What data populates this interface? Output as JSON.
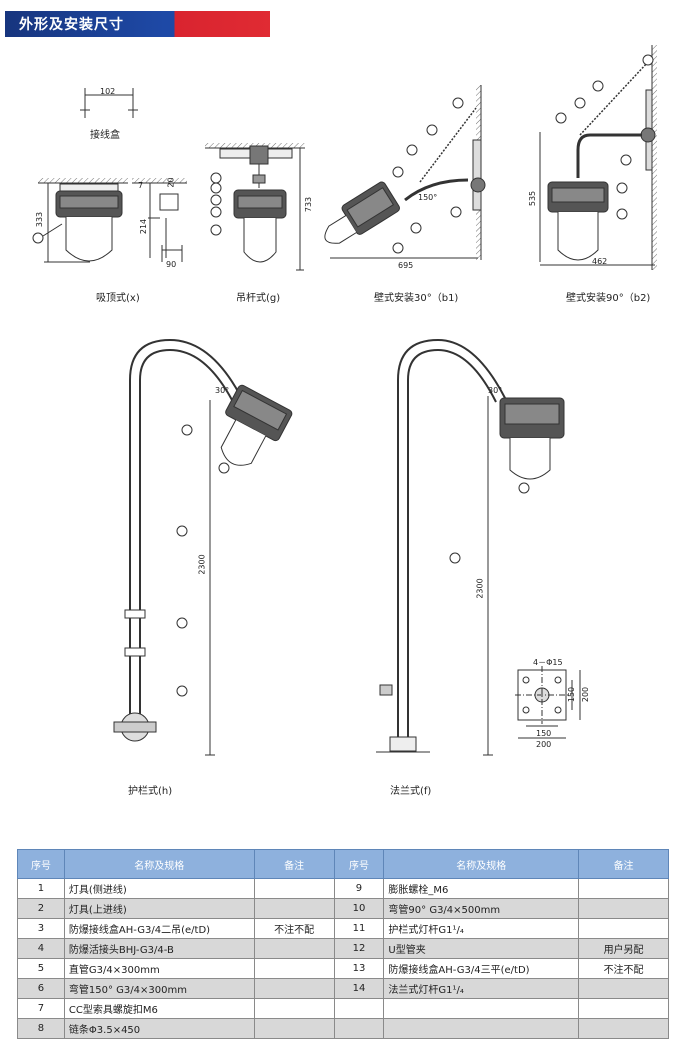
{
  "section_title": "外形及安装尺寸",
  "captions": {
    "junction_box": "接线盒",
    "ceiling": "吸顶式(x)",
    "pendant": "吊杆式(g)",
    "wall30": "壁式安装30°（b1)",
    "wall90": "壁式安装90°（b2)",
    "rail": "护栏式(h)",
    "flange": "法兰式(f)"
  },
  "dimensions": {
    "d102": "102",
    "d333": "333",
    "d7": "7",
    "d20": "20",
    "d214": "214",
    "d90": "90",
    "d733": "733",
    "d695": "695",
    "d150deg": "150°",
    "d535": "535",
    "d462": "462",
    "d30a": "30°",
    "d30b": "30°",
    "d2300a": "2300",
    "d2300b": "2300",
    "d4phi15": "4－Φ15",
    "d150": "150",
    "d200v": "200",
    "d150h": "150",
    "d200h": "200"
  },
  "table": {
    "headers": [
      "序号",
      "名称及规格",
      "备注",
      "序号",
      "名称及规格",
      "备注"
    ],
    "rows": [
      [
        "1",
        "灯具(侧进线)",
        "",
        "9",
        "膨胀螺栓_M6",
        ""
      ],
      [
        "2",
        "灯具(上进线)",
        "",
        "10",
        "弯管90°  G3/4×500mm",
        ""
      ],
      [
        "3",
        "防爆接线盒AH-G3/4二吊(e/tD)",
        "不注不配",
        "11",
        "护栏式灯杆G1¹/₄",
        ""
      ],
      [
        "4",
        "防爆活接头BHJ-G3/4-B",
        "",
        "12",
        "U型管夹",
        "用户另配"
      ],
      [
        "5",
        "直管G3/4×300mm",
        "",
        "13",
        "防爆接线盒AH-G3/4三平(e/tD)",
        "不注不配"
      ],
      [
        "6",
        "弯管150°  G3/4×300mm",
        "",
        "14",
        "法兰式灯杆G1¹/₄",
        ""
      ],
      [
        "7",
        "CC型索具螺旋扣M6",
        "",
        "",
        "",
        ""
      ],
      [
        "8",
        "链条Φ3.5×450",
        "",
        "",
        "",
        ""
      ]
    ]
  }
}
